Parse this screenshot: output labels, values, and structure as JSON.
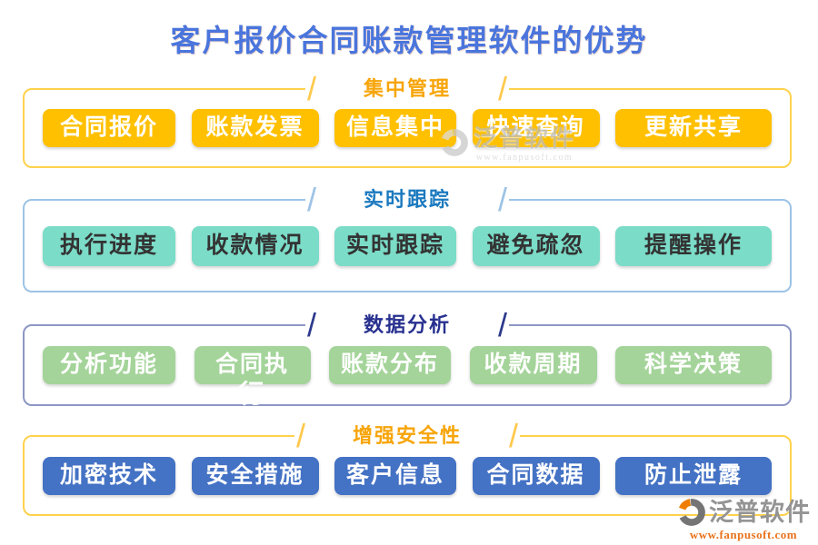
{
  "title": {
    "text": "客户报价合同账款管理软件的优势",
    "color": "#4a75dc"
  },
  "sections": [
    {
      "header": "集中管理",
      "header_color": "#f7a50a",
      "border_color": "#ffd24d",
      "slash_color": "#ffc94d",
      "button_bg": "#ffc000",
      "button_text_color": "#ffffff",
      "items": [
        "合同报价",
        "账款发票",
        "信息集中",
        "快速查询",
        "更新共享"
      ]
    },
    {
      "header": "实时跟踪",
      "header_color": "#1b79bf",
      "border_color": "#9dc3e6",
      "slash_color": "#9dc3e6",
      "button_bg": "#7bdcc8",
      "button_text_color": "#333333",
      "items": [
        "执行进度",
        "收款情况",
        "实时跟踪",
        "避免疏忽",
        "提醒操作"
      ]
    },
    {
      "header": "数据分析",
      "header_color": "#27308f",
      "border_color": "#8d97c5",
      "slash_color": "#2c3a8c",
      "button_bg": "#a4d49a",
      "button_text_color": "#ffffff",
      "items": [
        "分析功能",
        "合同执",
        "账款分布",
        "收款周期",
        "科学决策"
      ],
      "overflow_char": "行"
    },
    {
      "header": "增强安全性",
      "header_color": "#f7a50a",
      "border_color": "#ffd24d",
      "slash_color": "#ffc94d",
      "button_bg": "#4472c4",
      "button_text_color": "#ffffff",
      "items": [
        "加密技术",
        "安全措施",
        "客户信息",
        "合同数据",
        "防止泄露"
      ]
    }
  ],
  "center_watermark": {
    "brand": "泛普软件",
    "url": "www.fanpusoft.com"
  },
  "footer_logo": {
    "brand": "泛普软件",
    "url": "www.fanpusoft.com",
    "brand_color": "#949494",
    "url_color": "#e8731c",
    "icon_orange": "#ef7d00",
    "icon_gray": "#757575"
  }
}
